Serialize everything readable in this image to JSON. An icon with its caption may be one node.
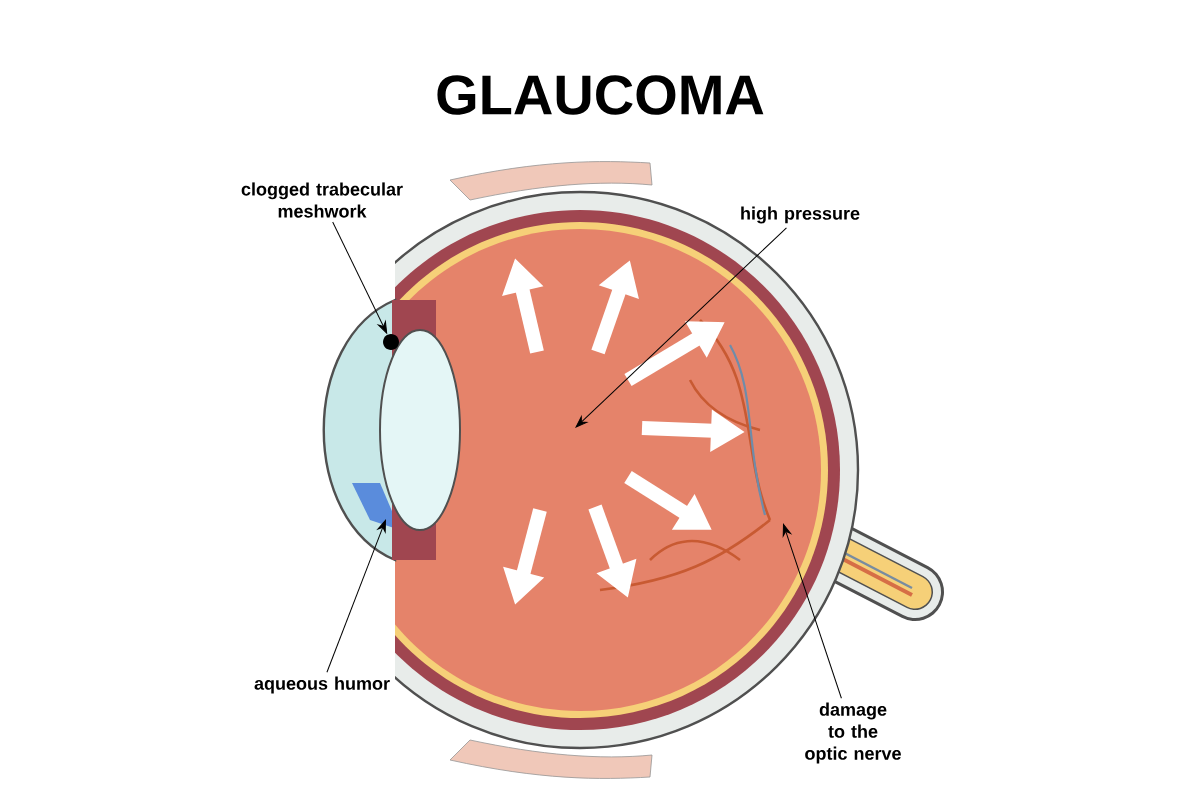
{
  "diagram": {
    "title": "GLAUCOMA",
    "nodes": [
      {
        "text": [
          "clogged trabecular meshwork"
        ]
      },
      {
        "text": [
          "high pressure"
        ]
      },
      {
        "text": [
          "aqueous humor"
        ]
      },
      {
        "text": [
          "damage to the optic nerve"
        ]
      },
      {
        "text": [],
        "shape": "circle"
      }
    ],
    "edges": [
      {
        "from": 0,
        "to": 4,
        "arrow": "to"
      },
      {
        "from": 1,
        "to": null,
        "arrow": "to"
      },
      {
        "from": 2,
        "to": null,
        "arrow": "to"
      },
      {
        "from": 3,
        "to": null,
        "arrow": "to"
      }
    ]
  }
}
